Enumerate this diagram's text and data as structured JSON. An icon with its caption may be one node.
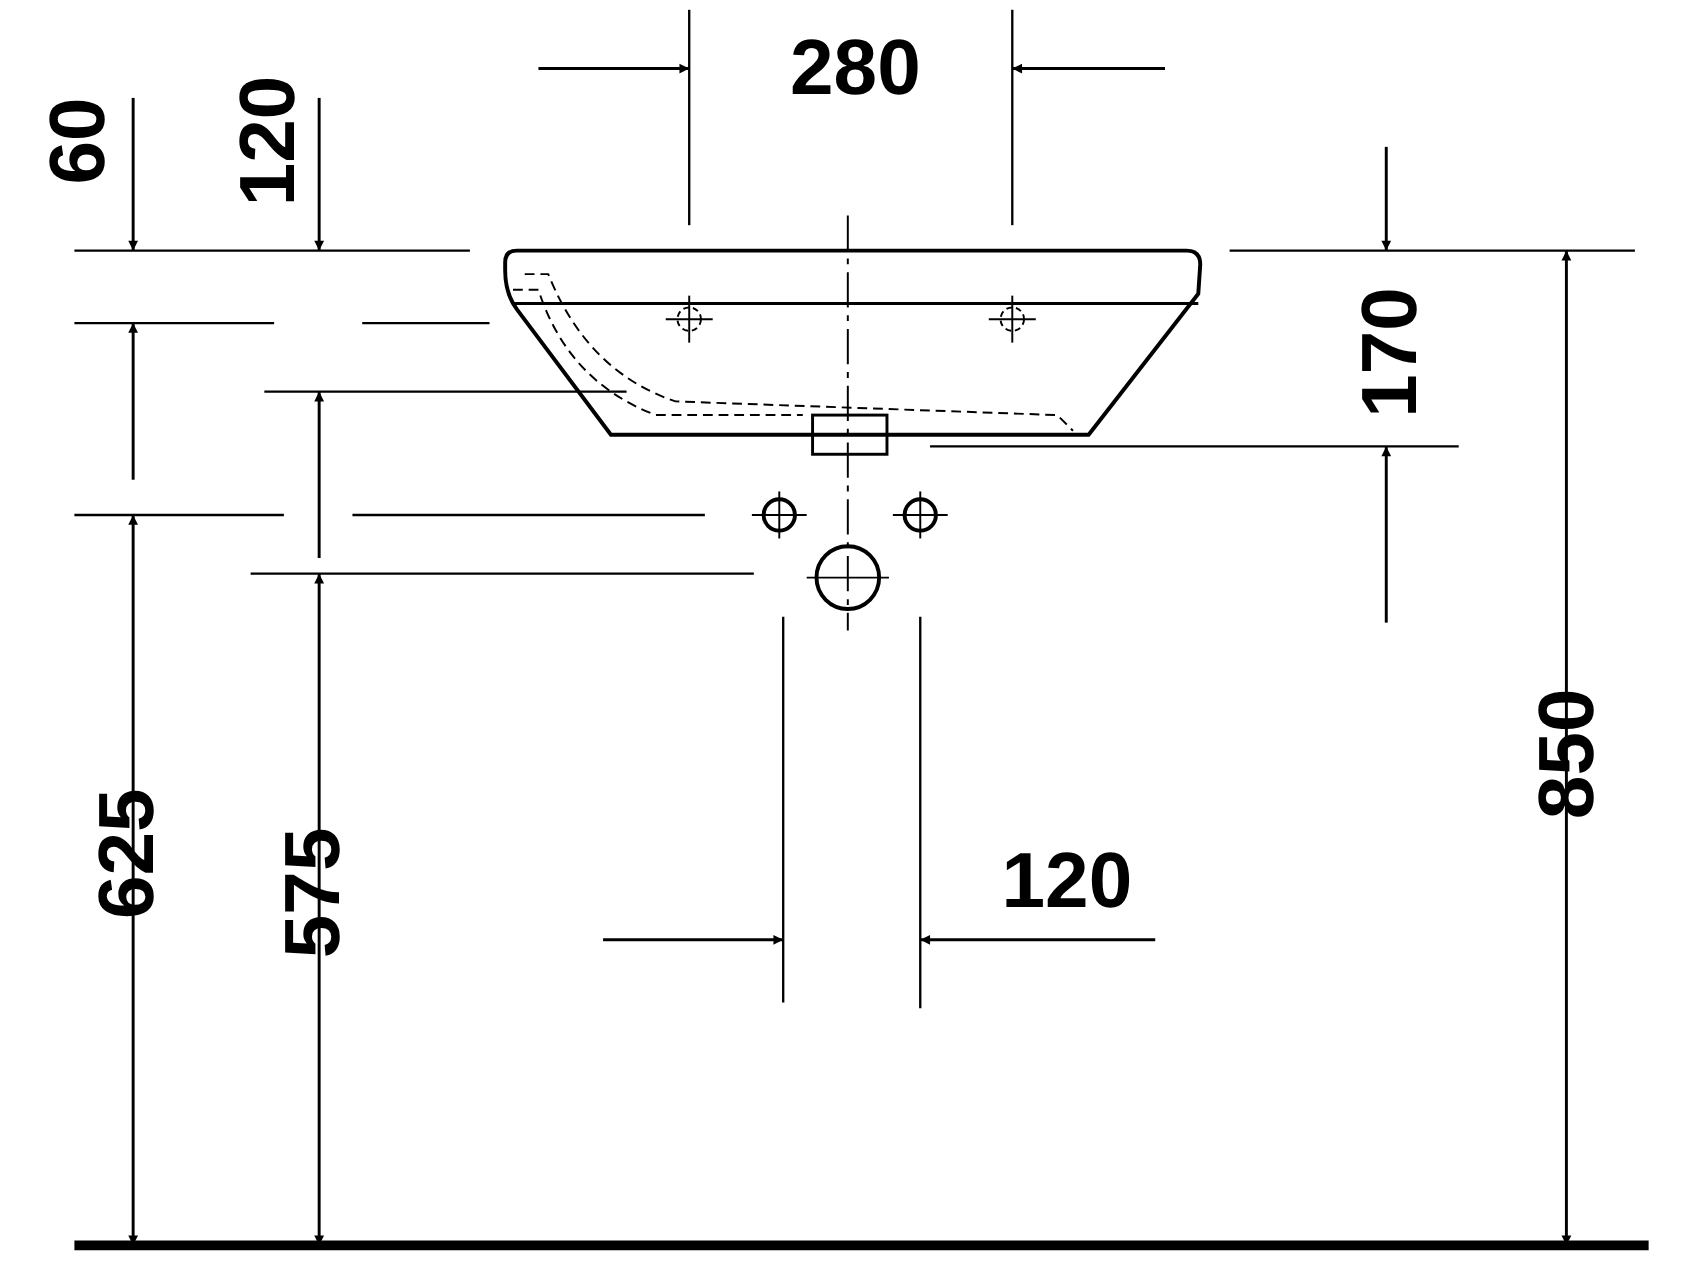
{
  "diagram": {
    "labels": [
      "280",
      "60",
      "120",
      "170",
      "850",
      "625",
      "575",
      "120"
    ]
  }
}
